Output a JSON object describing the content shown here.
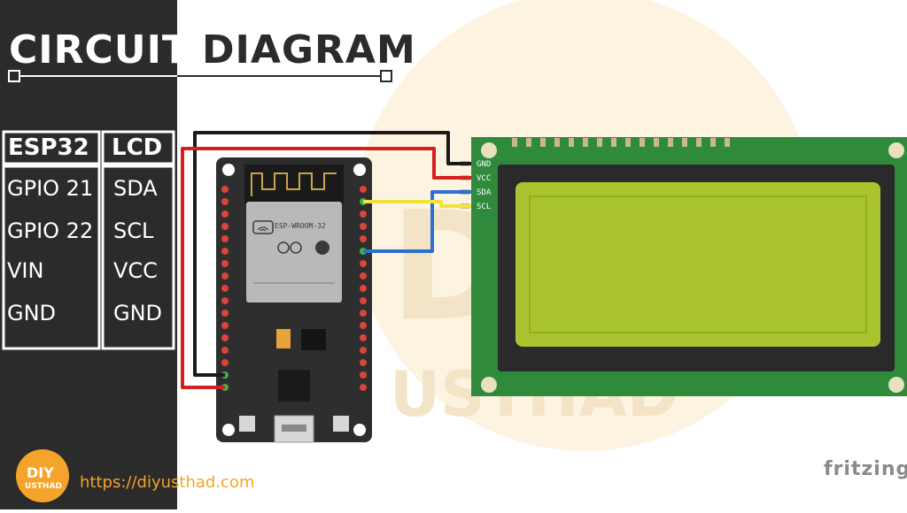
{
  "title": {
    "part1": "CIRCUIT",
    "part2": "DIAGRAM"
  },
  "table": {
    "headers": {
      "esp32": "ESP32",
      "lcd": "LCD"
    },
    "rows": [
      {
        "esp32": "GPIO 21",
        "lcd": "SDA"
      },
      {
        "esp32": "GPIO 22",
        "lcd": "SCL"
      },
      {
        "esp32": "VIN",
        "lcd": "VCC"
      },
      {
        "esp32": "GND",
        "lcd": "GND"
      }
    ]
  },
  "lcd_pins": [
    "GND",
    "VCC",
    "SDA",
    "SCL"
  ],
  "esp_module_label": "ESP-WROOM-32",
  "website": "https://diyusthad.com",
  "watermark": {
    "word1": "DIY",
    "word2": "USTHAD"
  },
  "logo": {
    "line1": "DIY",
    "line2": "USTHAD"
  },
  "credit": "fritzing",
  "colors": {
    "panel": "#2b2b2b",
    "accent": "#f4a42b",
    "wire_red": "#d32020",
    "wire_black": "#1a1a1a",
    "wire_yellow": "#f2e33a",
    "wire_blue": "#2a6fd1",
    "lcd_pcb": "#2f8a3c",
    "lcd_screen": "#a9c42e"
  },
  "icons": [
    "wifi-icon",
    "ce-mark-icon",
    "fritzing-logo-icon",
    "usb-port-icon"
  ]
}
